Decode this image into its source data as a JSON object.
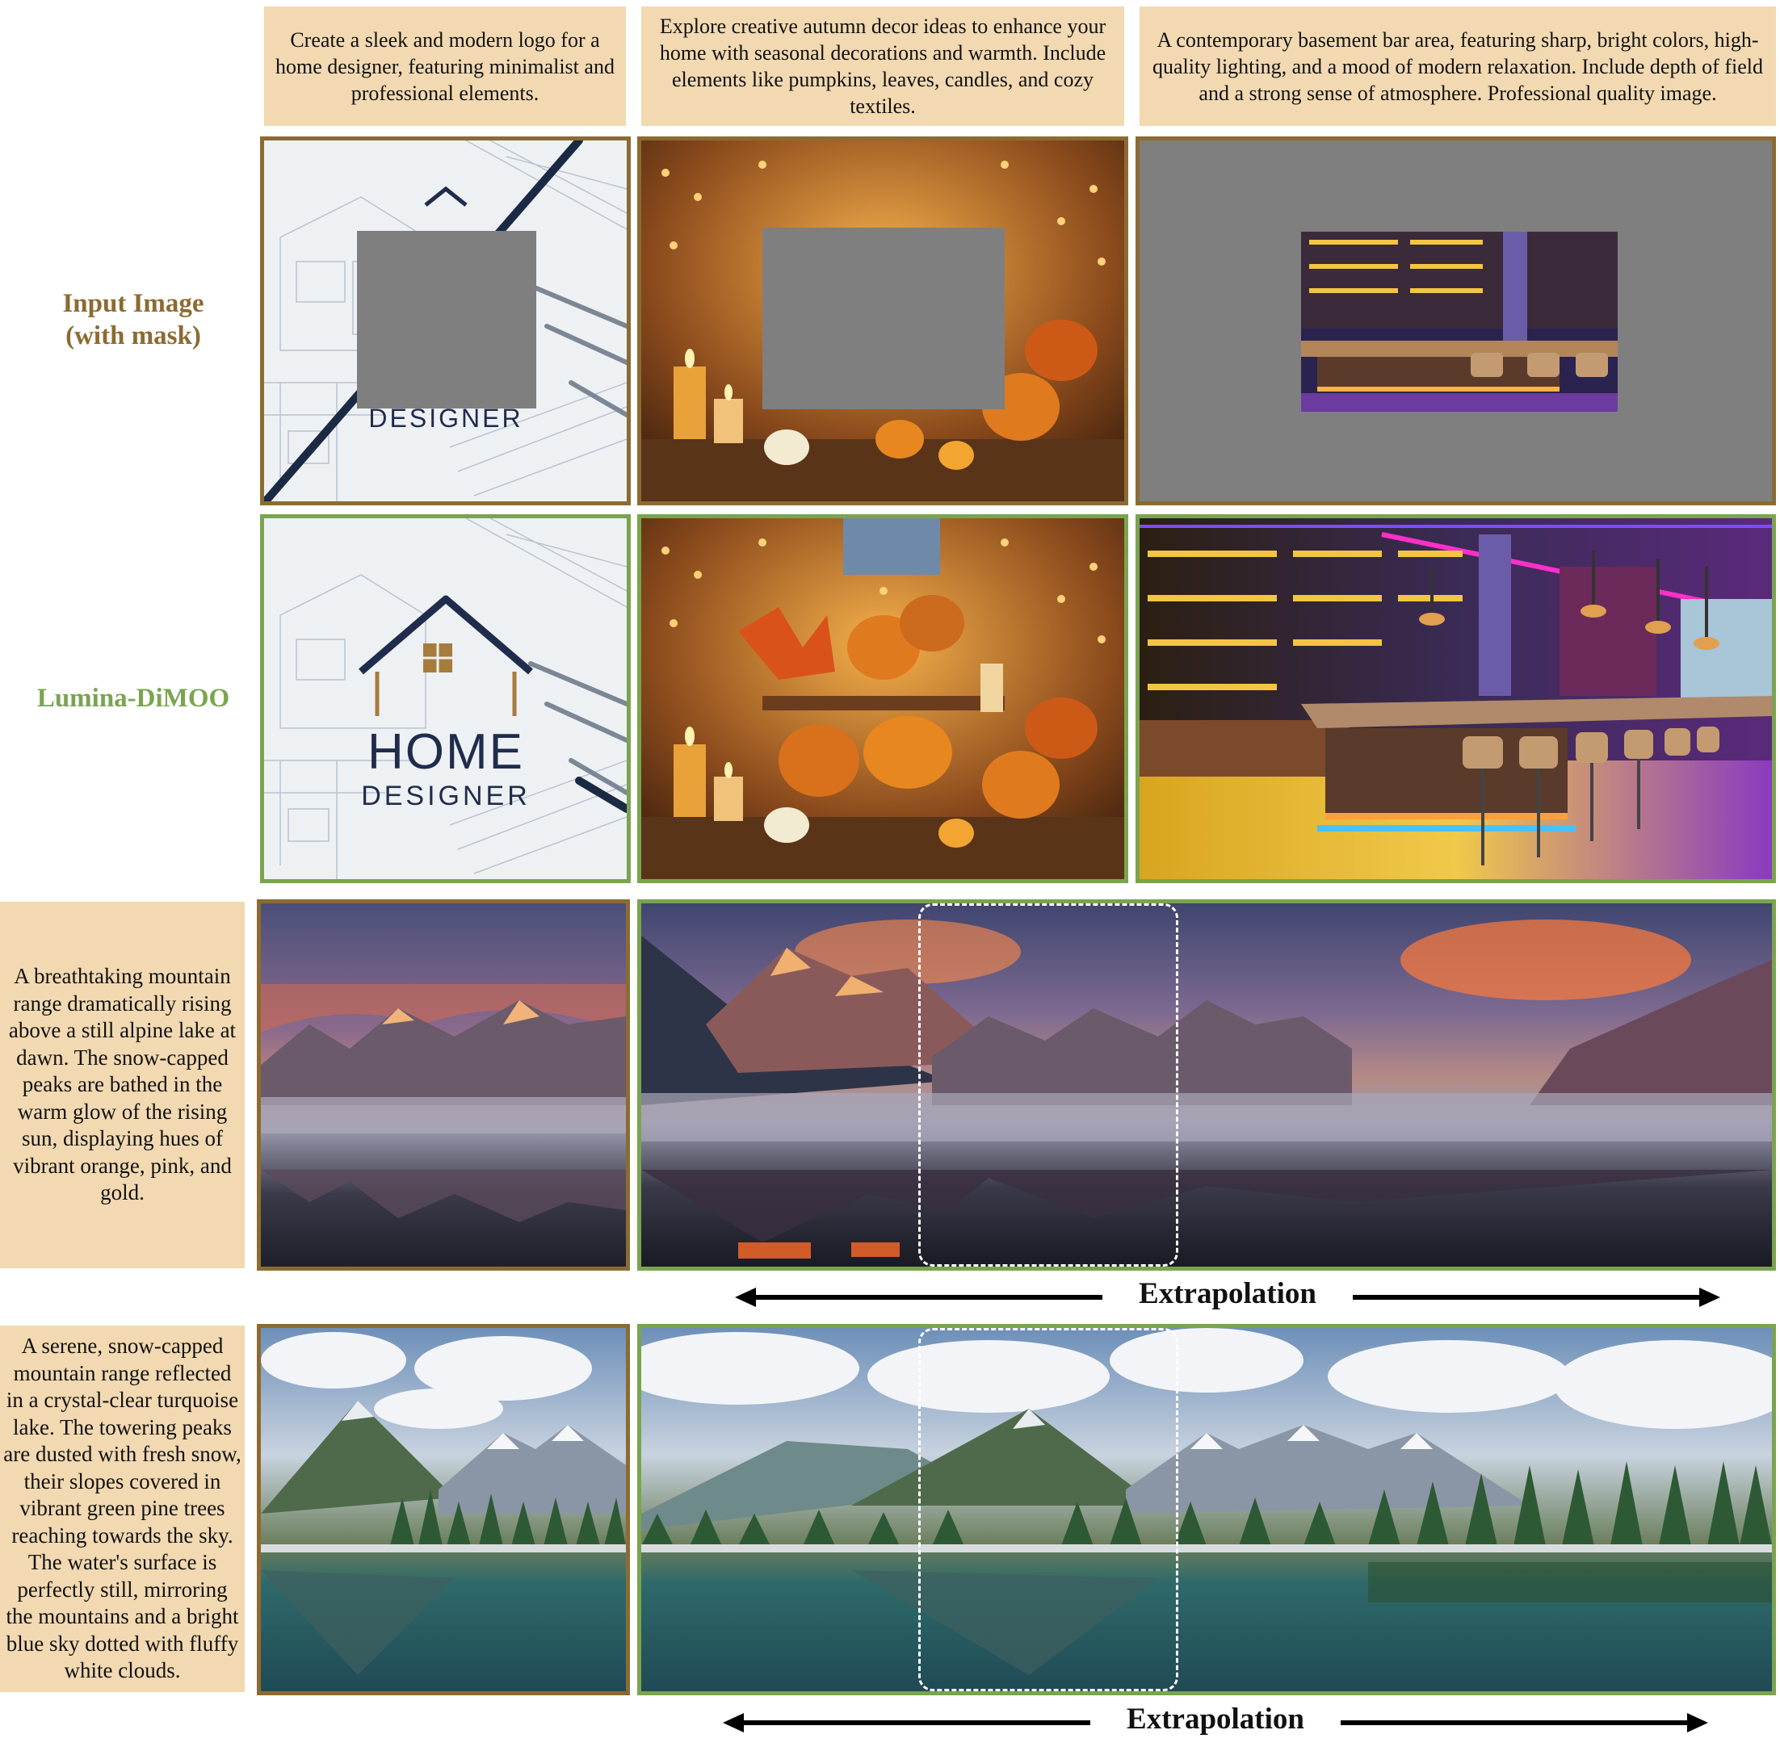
{
  "prompts": {
    "logo": "Create a sleek and modern logo for a home designer, featuring minimalist and professional elements.",
    "autumn": "Explore creative autumn decor ideas to enhance your home with seasonal decorations and warmth. Include elements like pumpkins, leaves, candles, and cozy textiles.",
    "bar": "A contemporary basement bar area, featuring sharp, bright colors, high-quality lighting, and a mood of modern relaxation.  Include depth of field and a strong sense of atmosphere.  Professional quality image.",
    "dawn": "A breathtaking mountain range dramatically rising above a still alpine lake at dawn. The snow-capped peaks are bathed in the warm glow of the rising sun, displaying hues of vibrant orange, pink, and gold.",
    "serene": "A serene, snow-capped mountain range reflected in a crystal-clear turquoise lake. The towering peaks are dusted with fresh snow, their slopes covered in vibrant green pine trees reaching towards the sky. The water's surface is perfectly still, mirroring the mountains and a bright blue sky dotted with fluffy white clouds."
  },
  "row_labels": {
    "input": "Input Image\n(with mask)",
    "model": "Lumina-DiMOO"
  },
  "logo_text": {
    "line1": "HOME",
    "line2": "DESIGNER"
  },
  "extrapolation_label": "Extrapolation",
  "colors": {
    "input_border": "#8c6b32",
    "output_border": "#7aa44f",
    "prompt_bg": "#f2d9b1",
    "mask_gray": "#7f7f7f",
    "logo_navy": "#1f2c4c",
    "logo_gold": "#a67c3d"
  }
}
